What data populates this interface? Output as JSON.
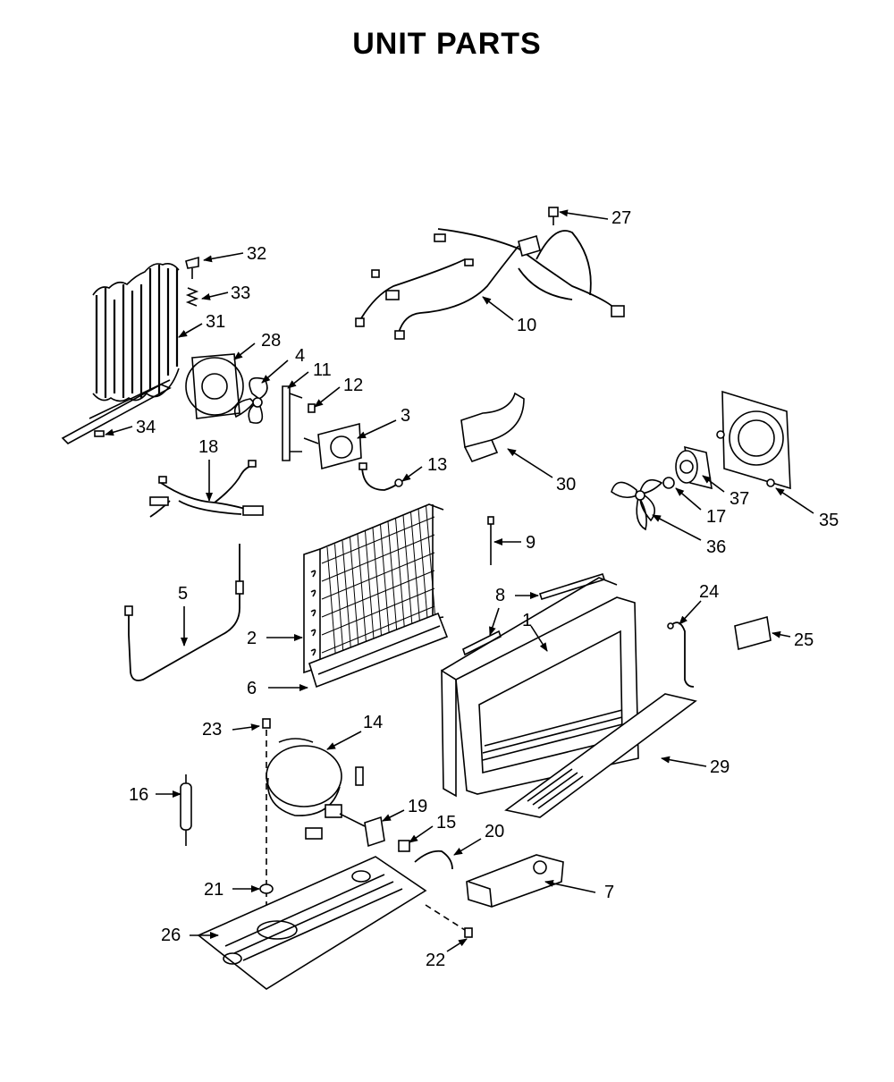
{
  "title": "UNIT PARTS",
  "callouts": [
    {
      "id": "1",
      "label": "1"
    },
    {
      "id": "2",
      "label": "2"
    },
    {
      "id": "3",
      "label": "3"
    },
    {
      "id": "4",
      "label": "4"
    },
    {
      "id": "5",
      "label": "5"
    },
    {
      "id": "6",
      "label": "6"
    },
    {
      "id": "7",
      "label": "7"
    },
    {
      "id": "8",
      "label": "8"
    },
    {
      "id": "9",
      "label": "9"
    },
    {
      "id": "10",
      "label": "10"
    },
    {
      "id": "11",
      "label": "11"
    },
    {
      "id": "12",
      "label": "12"
    },
    {
      "id": "13",
      "label": "13"
    },
    {
      "id": "14",
      "label": "14"
    },
    {
      "id": "15",
      "label": "15"
    },
    {
      "id": "16",
      "label": "16"
    },
    {
      "id": "17",
      "label": "17"
    },
    {
      "id": "18",
      "label": "18"
    },
    {
      "id": "19",
      "label": "19"
    },
    {
      "id": "20",
      "label": "20"
    },
    {
      "id": "21",
      "label": "21"
    },
    {
      "id": "22",
      "label": "22"
    },
    {
      "id": "23",
      "label": "23"
    },
    {
      "id": "24",
      "label": "24"
    },
    {
      "id": "25",
      "label": "25"
    },
    {
      "id": "26",
      "label": "26"
    },
    {
      "id": "27",
      "label": "27"
    },
    {
      "id": "28",
      "label": "28"
    },
    {
      "id": "29",
      "label": "29"
    },
    {
      "id": "30",
      "label": "30"
    },
    {
      "id": "31",
      "label": "31"
    },
    {
      "id": "32",
      "label": "32"
    },
    {
      "id": "33",
      "label": "33"
    },
    {
      "id": "34",
      "label": "34"
    },
    {
      "id": "35",
      "label": "35"
    },
    {
      "id": "36",
      "label": "36"
    },
    {
      "id": "37",
      "label": "37"
    }
  ]
}
